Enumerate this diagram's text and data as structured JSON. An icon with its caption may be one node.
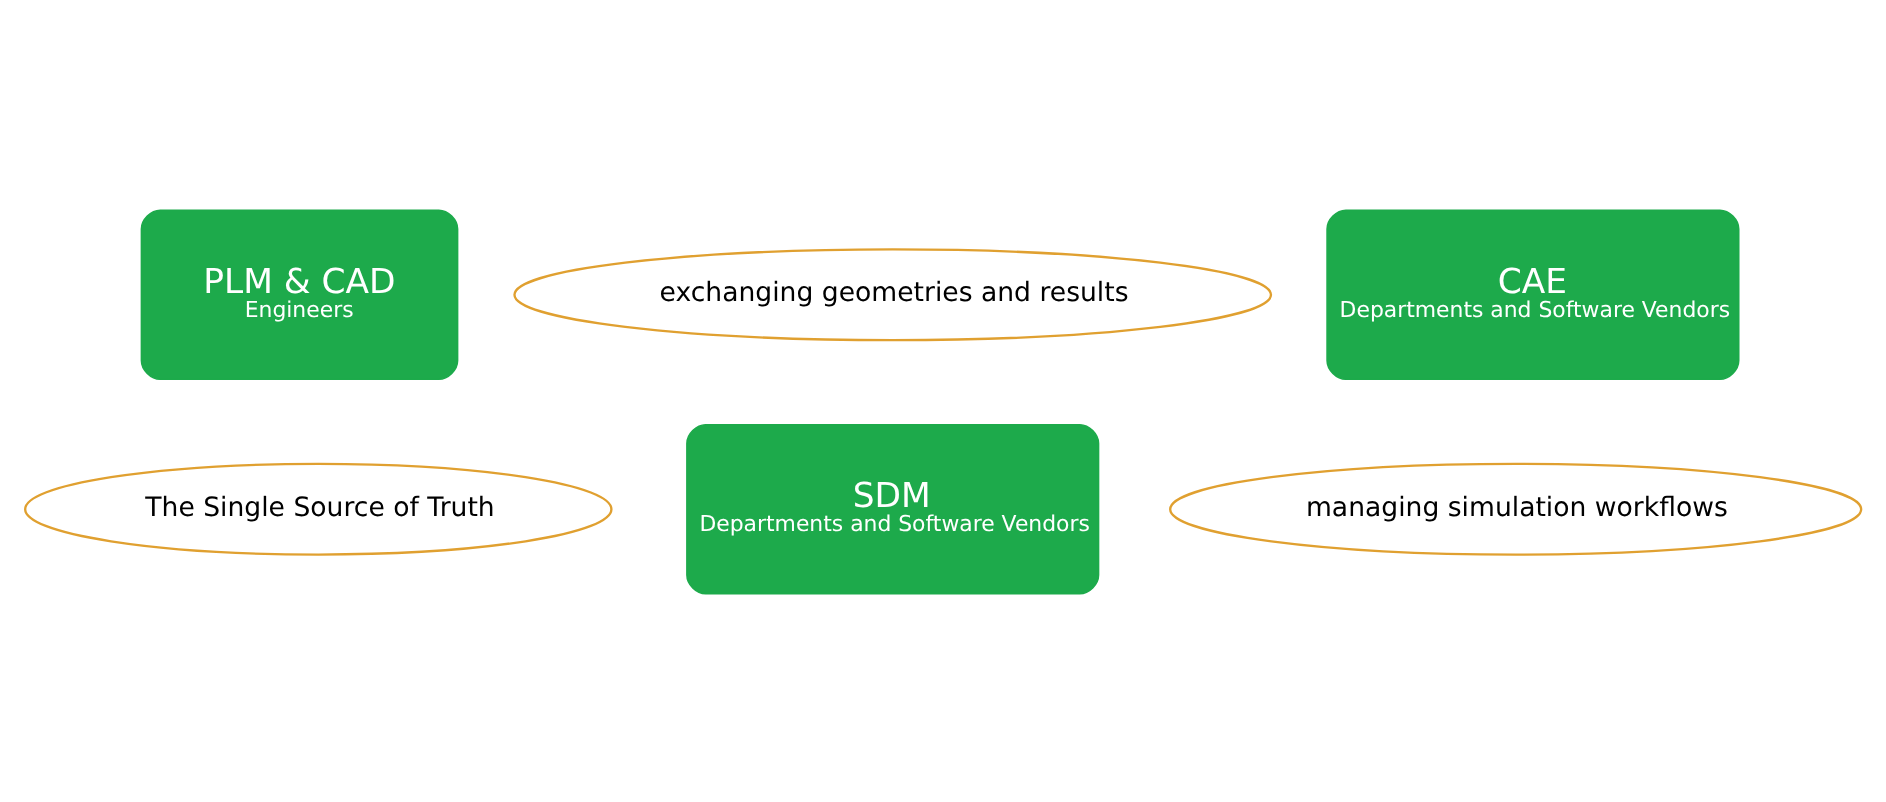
{
  "diagram": {
    "nodes": [
      {
        "text": [
          "exchanging geometries and results"
        ]
      },
      {
        "text": [
          "PLM & CAD",
          "Engineers"
        ]
      },
      {
        "text": [
          "CAE",
          "Departments and Software Vendors"
        ]
      },
      {
        "text": [
          "The Single Source of Truth"
        ]
      },
      {
        "text": [
          "SDM",
          "Departments and Software Vendors"
        ]
      },
      {
        "text": [
          "managing simulation workflows"
        ]
      }
    ]
  }
}
